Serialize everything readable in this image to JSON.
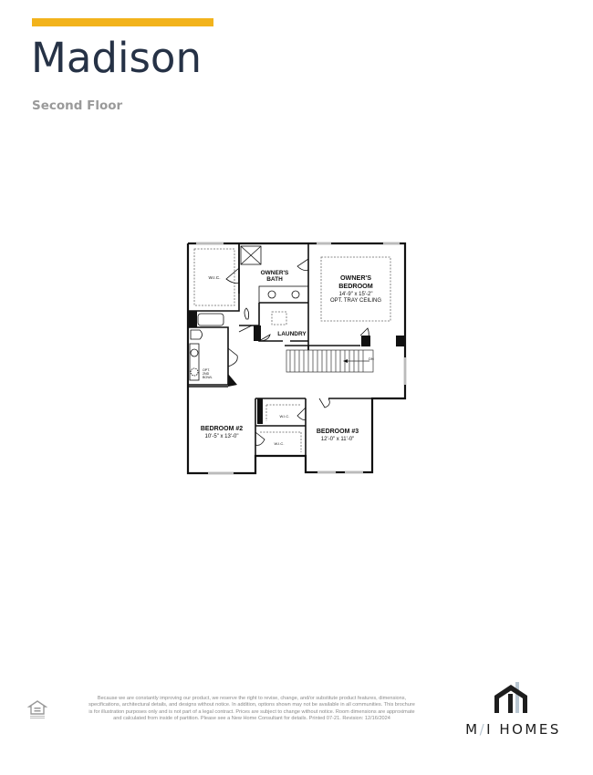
{
  "header": {
    "accent_color": "#f2b31c",
    "title": "Madison",
    "subtitle": "Second Floor"
  },
  "floor_plan": {
    "rooms": [
      {
        "name": "W.I.C.",
        "location": "upper-left"
      },
      {
        "name": "OWNER'S BATH"
      },
      {
        "name": "OWNER'S BEDROOM",
        "dimensions": "14'-9\" x 15'-2\"",
        "note": "OPT. TRAY CEILING"
      },
      {
        "name": "LAUNDRY"
      },
      {
        "name": "BEDROOM #2",
        "dimensions": "10'-5\" x 13'-0\""
      },
      {
        "name": "BEDROOM #3",
        "dimensions": "12'-0\" x 11'-0\""
      },
      {
        "name": "W.I.C.",
        "location": "bedroom #3 closet"
      },
      {
        "name": "W.I.C.",
        "location": "bedroom #2 closet"
      }
    ],
    "labels": {
      "wic_owner": "W.I.C.",
      "owners_bath_1": "OWNER'S",
      "owners_bath_2": "BATH",
      "owners_bed_1": "OWNER'S",
      "owners_bed_2": "BEDROOM",
      "owners_bed_dim": "14'-9\" x 15'-2\"",
      "owners_bed_note": "OPT. TRAY CEILING",
      "laundry": "LAUNDRY",
      "stairs": "DN",
      "opt_bowl_1": "OPT.",
      "opt_bowl_2": "2ND",
      "opt_bowl_3": "BOWL",
      "bed2": "BEDROOM #2",
      "bed2_dim": "10'-5\" x 13'-0\"",
      "bed3": "BEDROOM #3",
      "bed3_dim": "12'-0\" x 11'-0\"",
      "wic_bed3": "W.I.C.",
      "wic_bed2": "W.I.C."
    }
  },
  "footer": {
    "equal_housing_icon": "equal-housing-opportunity-icon",
    "disclaimer": "Because we are constantly improving our product, we reserve the right to revise, change, and/or substitute product features, dimensions, specifications, architectural details, and designs without notice. In addition, options shown may not be available in all communities. This brochure is for illustration purposes only and is not part of a legal contract. Prices are subject to change without notice. Room dimensions are approximate and calculated from inside of partition. Please see a New Home Consultant for details. Printed 07-21. Revision: 12/16/2024",
    "logo": {
      "left": "M",
      "slash": "/",
      "right": "I HOMES"
    }
  }
}
